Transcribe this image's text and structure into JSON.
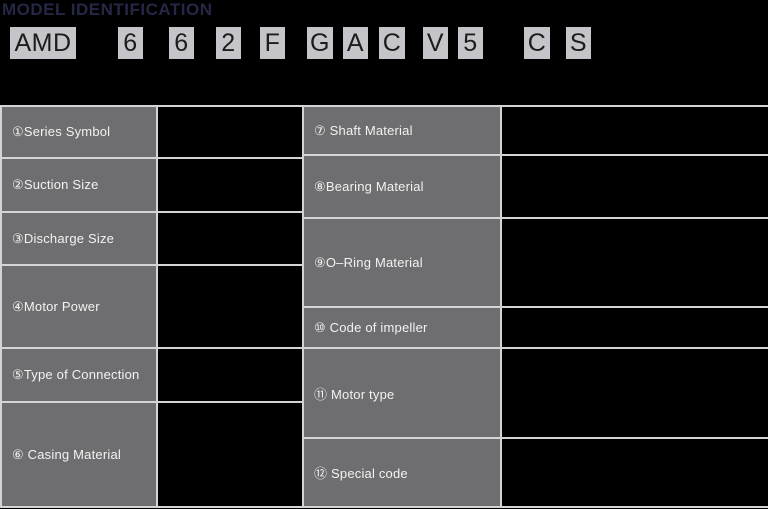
{
  "title": "MODEL IDENTIFICATION",
  "model_code": {
    "segments": [
      "AMD",
      "6",
      "6",
      "2",
      "F",
      "G",
      "A",
      "C",
      "V",
      "5",
      "C",
      "S"
    ]
  },
  "tables": {
    "left": {
      "rows": [
        {
          "label": "①Series Symbol",
          "value": ""
        },
        {
          "label": "②Suction Size",
          "value": ""
        },
        {
          "label": "③Discharge Size",
          "value": ""
        },
        {
          "label": "④Motor Power",
          "value": ""
        },
        {
          "label": "⑤Type of Connection",
          "value": ""
        },
        {
          "label": "⑥ Casing Material",
          "value": ""
        }
      ]
    },
    "right": {
      "rows": [
        {
          "label": "⑦ Shaft Material",
          "value": ""
        },
        {
          "label": "⑧Bearing Material",
          "value": ""
        },
        {
          "label": "⑨O–Ring Material",
          "value": ""
        },
        {
          "label": "⑩ Code of impeller",
          "value": ""
        },
        {
          "label": "⑪ Motor type",
          "value": ""
        },
        {
          "label": "⑫ Special code",
          "value": ""
        }
      ]
    }
  },
  "colors": {
    "background": "#000000",
    "title_text": "#252747",
    "code_box_bg": "#c5c5c9",
    "code_box_text": "#1c1c1c",
    "label_cell_bg": "#6e6e70",
    "label_cell_text": "#f2f2f2",
    "table_border": "#d4d4d6",
    "value_cell_bg": "#000000"
  }
}
